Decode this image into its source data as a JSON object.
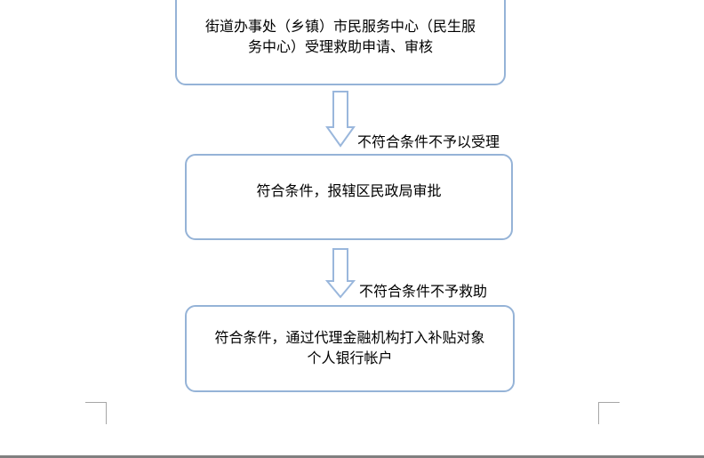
{
  "diagram": {
    "boxes": [
      {
        "id": "box-accept",
        "text": "街道办事处（乡镇）市民服务中心（民生服务中心）受理救助申请、审核"
      },
      {
        "id": "box-approve",
        "text": "符合条件，报辖区民政局审批"
      },
      {
        "id": "box-payout",
        "text": "符合条件，通过代理金融机构打入补贴对象个人银行帐户"
      }
    ],
    "arrows": [
      {
        "id": "arrow-1",
        "label": "不符合条件不予以受理"
      },
      {
        "id": "arrow-2",
        "label": "不符合条件不予救助"
      }
    ],
    "colors": {
      "box_border": "#95b3d7",
      "arrow_border": "#9ab7dc",
      "text": "#000000",
      "crop_mark": "#a6a6a6",
      "window_edge": "#808080"
    }
  }
}
